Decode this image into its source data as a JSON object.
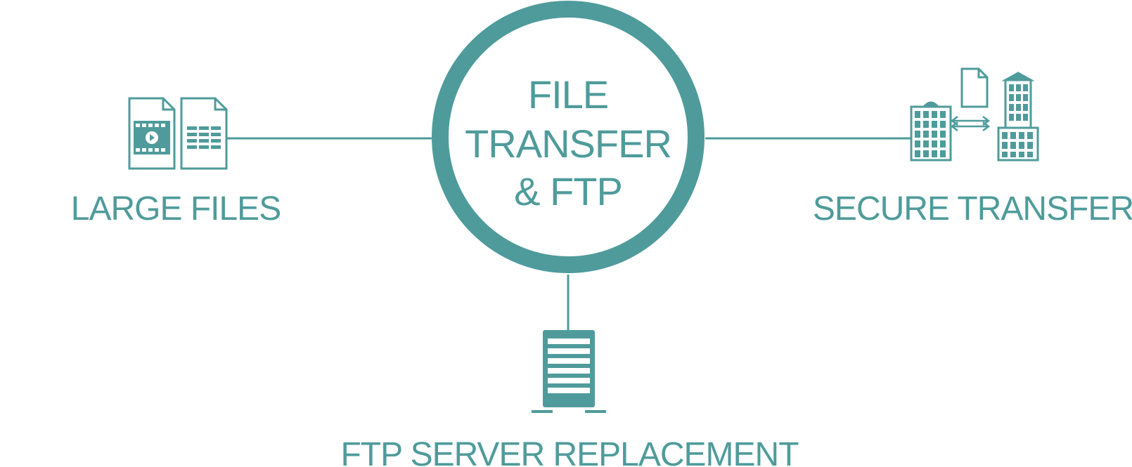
{
  "colors": {
    "accent": "#4f9b9b",
    "background": "#ffffff"
  },
  "center": {
    "lines": [
      "FILE",
      "TRANSFER",
      "& FTP"
    ]
  },
  "nodes": {
    "large_files": {
      "label": "LARGE FILES",
      "icon": "video-and-spreadsheet-files-icon"
    },
    "secure_transfer": {
      "label": "SECURE TRANSFER",
      "icon": "buildings-exchanging-file-icon"
    },
    "ftp_server": {
      "label": "FTP SERVER REPLACEMENT",
      "icon": "server-rack-icon"
    }
  }
}
